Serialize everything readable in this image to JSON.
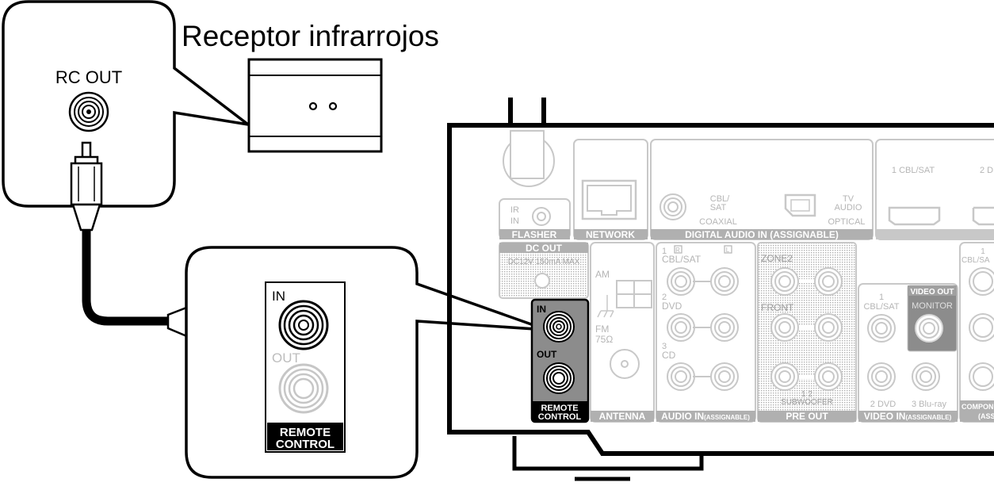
{
  "title": "Receptor infrarrojos",
  "source_box": {
    "label": "RC OUT"
  },
  "zoom_box": {
    "in_label": "IN",
    "out_label": "OUT",
    "tag_line1": "REMOTE",
    "tag_line2": "CONTROL"
  },
  "receiver_panel": {
    "ir_in_line1": "IR",
    "ir_in_line2": "IN",
    "flasher": "FLASHER",
    "network": "NETWORK",
    "digital_audio_in": "DIGITAL AUDIO IN (ASSIGNABLE)",
    "coaxial_name_line1": "CBL/",
    "coaxial_name_line2": "SAT",
    "coaxial": "COAXIAL",
    "optical_name_line1": "TV",
    "optical_name_line2": "AUDIO",
    "optical": "OPTICAL",
    "hdmi_1": "1 CBL/SAT",
    "hdmi_2": "2 D",
    "dc_out": "DC OUT",
    "dc_out_spec": "DC12V 150mA MAX",
    "am": "AM",
    "fm_line1": "FM",
    "fm_line2": "75Ω",
    "antenna": "ANTENNA",
    "audio_in_1": "1",
    "audio_in_1_name": "CBL/SAT",
    "audio_in_2": "2",
    "audio_in_2_name": "DVD",
    "audio_in_3": "3",
    "audio_in_3_name": "CD",
    "channel_r": "R",
    "channel_l": "L",
    "audio_in": "AUDIO IN",
    "assignable_small": "(ASSIGNABLE)",
    "zone2": "ZONE2",
    "front": "FRONT",
    "subwoofer": "SUBWOOFER",
    "sub_nums": "1  2",
    "pre_out": "PRE OUT",
    "video_out": "VIDEO OUT",
    "monitor": "MONITOR",
    "video_1_line1": "1",
    "video_1_line2": "CBL/SAT",
    "video_2": "2 DVD",
    "video_3": "3 Blu-ray",
    "video_in": "VIDEO IN",
    "component_1_line1": "1",
    "component_1_line2": "CBL/SA",
    "component": "COMPON",
    "component_assign": "(ASS",
    "rc_in": "IN",
    "rc_out": "OUT",
    "rc_tag_line1": "REMOTE",
    "rc_tag_line2": "CONTROL"
  },
  "colors": {
    "line": "#000000",
    "panel_gray": "#9a9a9a",
    "panel_light": "#d0d0d0",
    "highlight_gray": "#8c8c8c",
    "label_fill": "#a8a8a8"
  }
}
